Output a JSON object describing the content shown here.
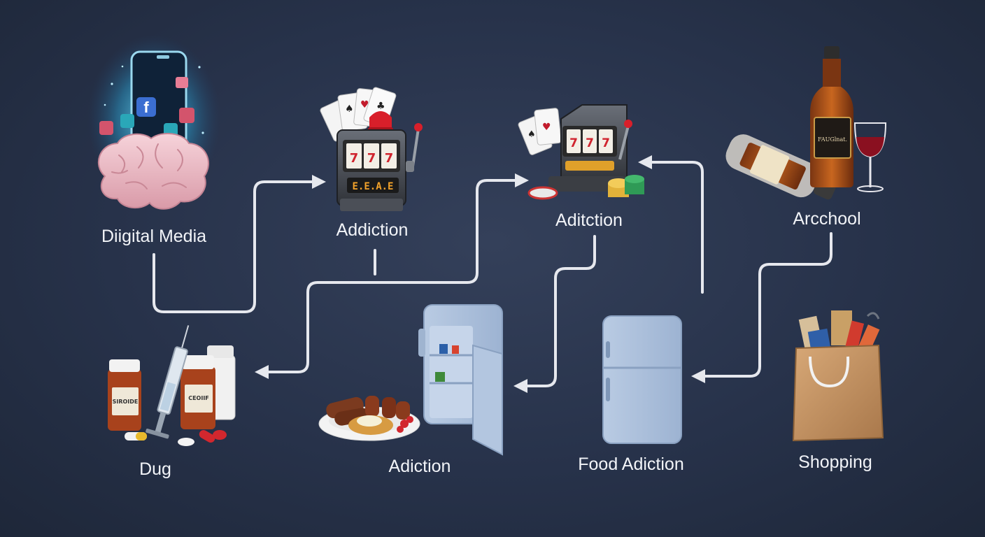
{
  "nodes": {
    "digital_media": {
      "label": "Diigital Media",
      "icon": "brain-phone-icon"
    },
    "addiction_1": {
      "label": "Addiction",
      "icon": "slot-machine-icon"
    },
    "addiction_2": {
      "label": "Aditction",
      "icon": "slot-machine-chips-icon"
    },
    "alcohol": {
      "label": "Arcchool",
      "icon": "liquor-bottles-icon"
    },
    "drug": {
      "label": "Dug",
      "icon": "pill-bottles-syringe-icon"
    },
    "addiction_3": {
      "label": "Adiction",
      "icon": "open-fridge-food-icon"
    },
    "food": {
      "label": "Food Adiction",
      "icon": "fridge-icon"
    },
    "shopping": {
      "label": "Shopping",
      "icon": "shopping-bag-icon"
    }
  },
  "product_text": {
    "slot_display": "E.E.A.E",
    "bottle_label": "FAUGlnat.",
    "pill_label_1": "SIROIDE",
    "pill_label_2": "CEOIIF"
  },
  "colors": {
    "background": "#27324a",
    "connector": "#e6e8ee",
    "label": "#f2f4f8"
  }
}
